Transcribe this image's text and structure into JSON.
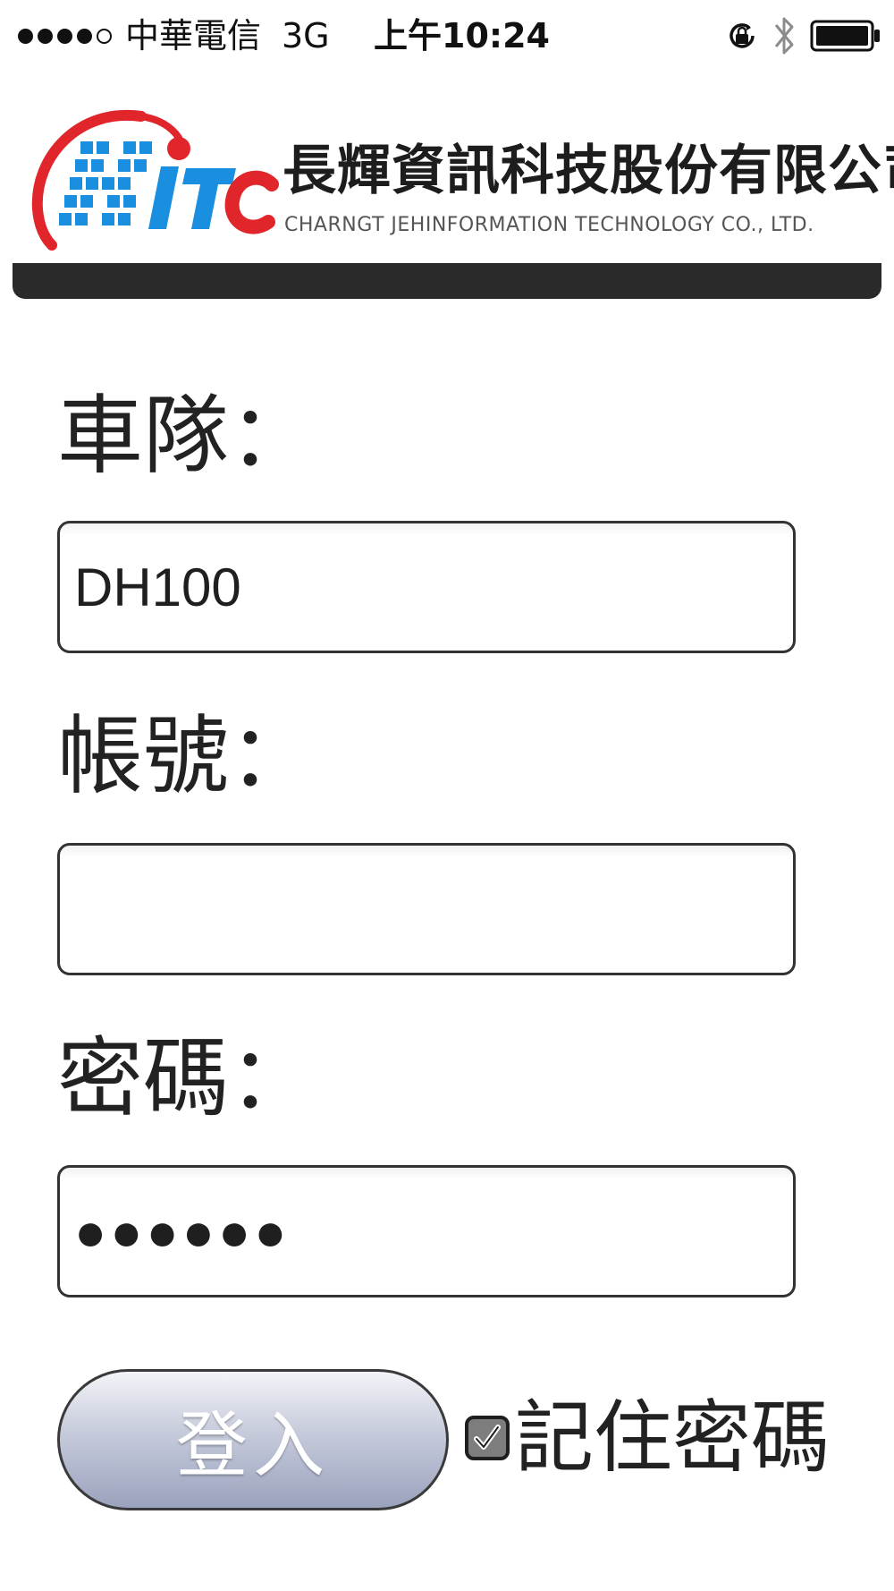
{
  "status_bar": {
    "carrier": "中華電信",
    "network": "3G",
    "time": "上午10:24"
  },
  "header": {
    "logo_icon": "itc-logo-icon",
    "company_name": "長輝資訊科技股份有限公司",
    "company_name_en": "CHARNGT JEHINFORMATION TECHNOLOGY CO., LTD."
  },
  "form": {
    "fleet": {
      "label": "車隊：",
      "value": "DH100",
      "placeholder": ""
    },
    "account": {
      "label": "帳號：",
      "value": "",
      "placeholder": ""
    },
    "password": {
      "label": "密碼：",
      "value": "●●●●●●",
      "placeholder": ""
    }
  },
  "actions": {
    "login_label": "登入",
    "remember_label": "記住密碼",
    "remember_checked": true
  },
  "colors": {
    "header_bar": "#2a2a2a",
    "logo_blue": "#1a8fe0",
    "logo_red": "#e0262a",
    "button_gradient_bottom": "#9aa2bd"
  }
}
